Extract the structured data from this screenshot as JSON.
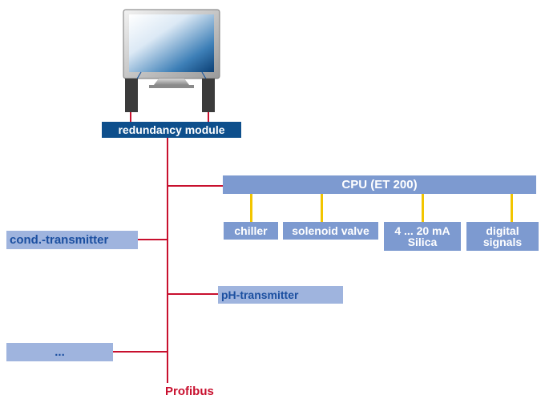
{
  "title": "",
  "nodes": {
    "redundancy_module": "redundancy module",
    "cpu": "CPU (ET 200)",
    "cond_transmitter": "cond.-transmitter",
    "ph_transmitter": "pH-transmitter",
    "ellipsis": "...",
    "profibus": "Profibus"
  },
  "io_modules": [
    {
      "label": "chiller"
    },
    {
      "label": "solenoid valve"
    },
    {
      "label": "4 ... 20 mA\nSilica"
    },
    {
      "label": "digital\nsignals"
    }
  ],
  "colors": {
    "bus_line": "#c8102e",
    "io_link": "#f2c500",
    "module_dark": "#0e4f8c",
    "module_light": "#9fb4de",
    "cpu_bar": "#7d9ad0",
    "label_blue": "#1b4fa0"
  },
  "icons": [
    "monitor-icon",
    "redundant-power-supply-icon"
  ]
}
